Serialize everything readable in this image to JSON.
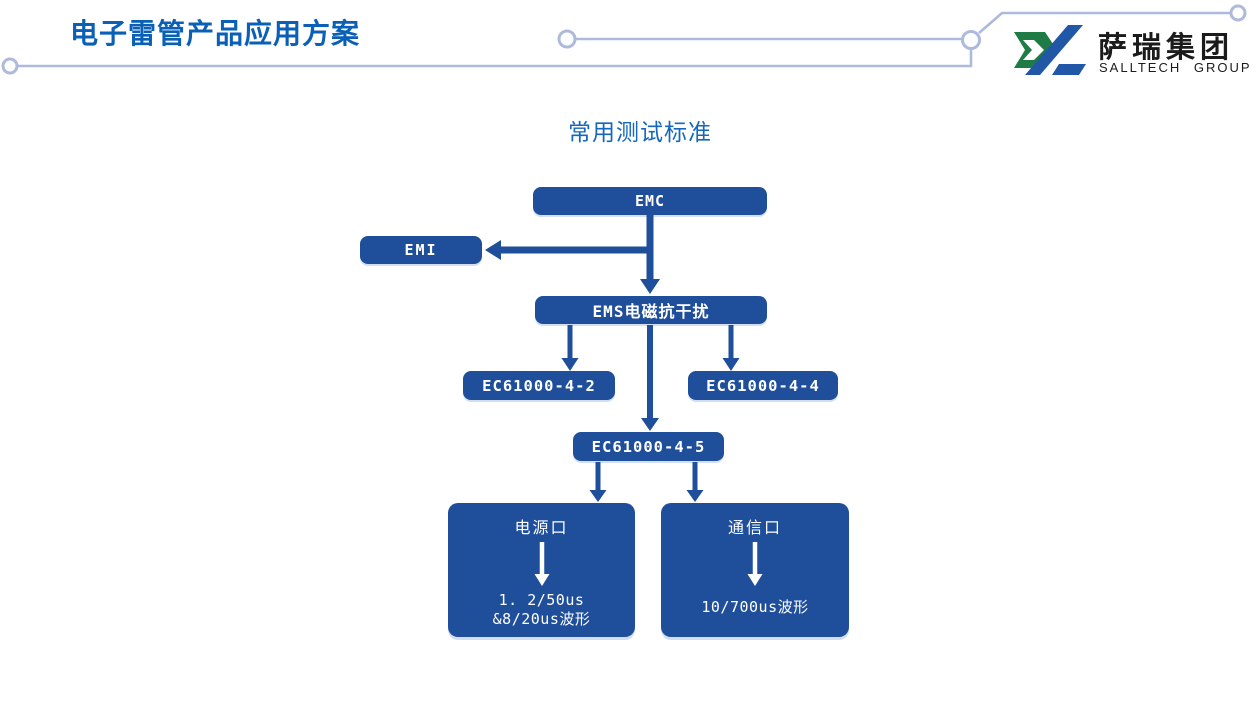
{
  "page": {
    "title": "电子雷管产品应用方案",
    "section_title": "常用测试标准"
  },
  "logo": {
    "company_name": "萨瑞集团",
    "company_name_en": "SALLTECH GROUP"
  },
  "colors": {
    "node_blue": "#1F4E9B",
    "page_title_blue": "#0A60B6",
    "section_title_blue": "#1566BE",
    "decoration_line": "#AEBADB",
    "logo_green": "#1E7B45",
    "logo_blue": "#2057A7"
  },
  "flowchart": {
    "nodes": [
      {
        "id": "emc",
        "label": "EMC"
      },
      {
        "id": "emi",
        "label": "EMI"
      },
      {
        "id": "ems",
        "label": "EMS电磁抗干扰"
      },
      {
        "id": "iec-4-2",
        "label": "EC61000-4-2"
      },
      {
        "id": "iec-4-4",
        "label": "EC61000-4-4"
      },
      {
        "id": "iec-4-5",
        "label": "EC61000-4-5"
      },
      {
        "id": "power-port",
        "title": "电源口",
        "lines": [
          "1. 2/50us",
          "&8/20us波形"
        ]
      },
      {
        "id": "comm-port",
        "title": "通信口",
        "lines": [
          "10/700us波形"
        ]
      }
    ],
    "edges": [
      {
        "from": "emc",
        "to": "emi"
      },
      {
        "from": "emc",
        "to": "ems"
      },
      {
        "from": "ems",
        "to": "iec-4-2"
      },
      {
        "from": "ems",
        "to": "iec-4-5"
      },
      {
        "from": "ems",
        "to": "iec-4-4"
      },
      {
        "from": "iec-4-5",
        "to": "power-port"
      },
      {
        "from": "iec-4-5",
        "to": "comm-port"
      }
    ]
  }
}
